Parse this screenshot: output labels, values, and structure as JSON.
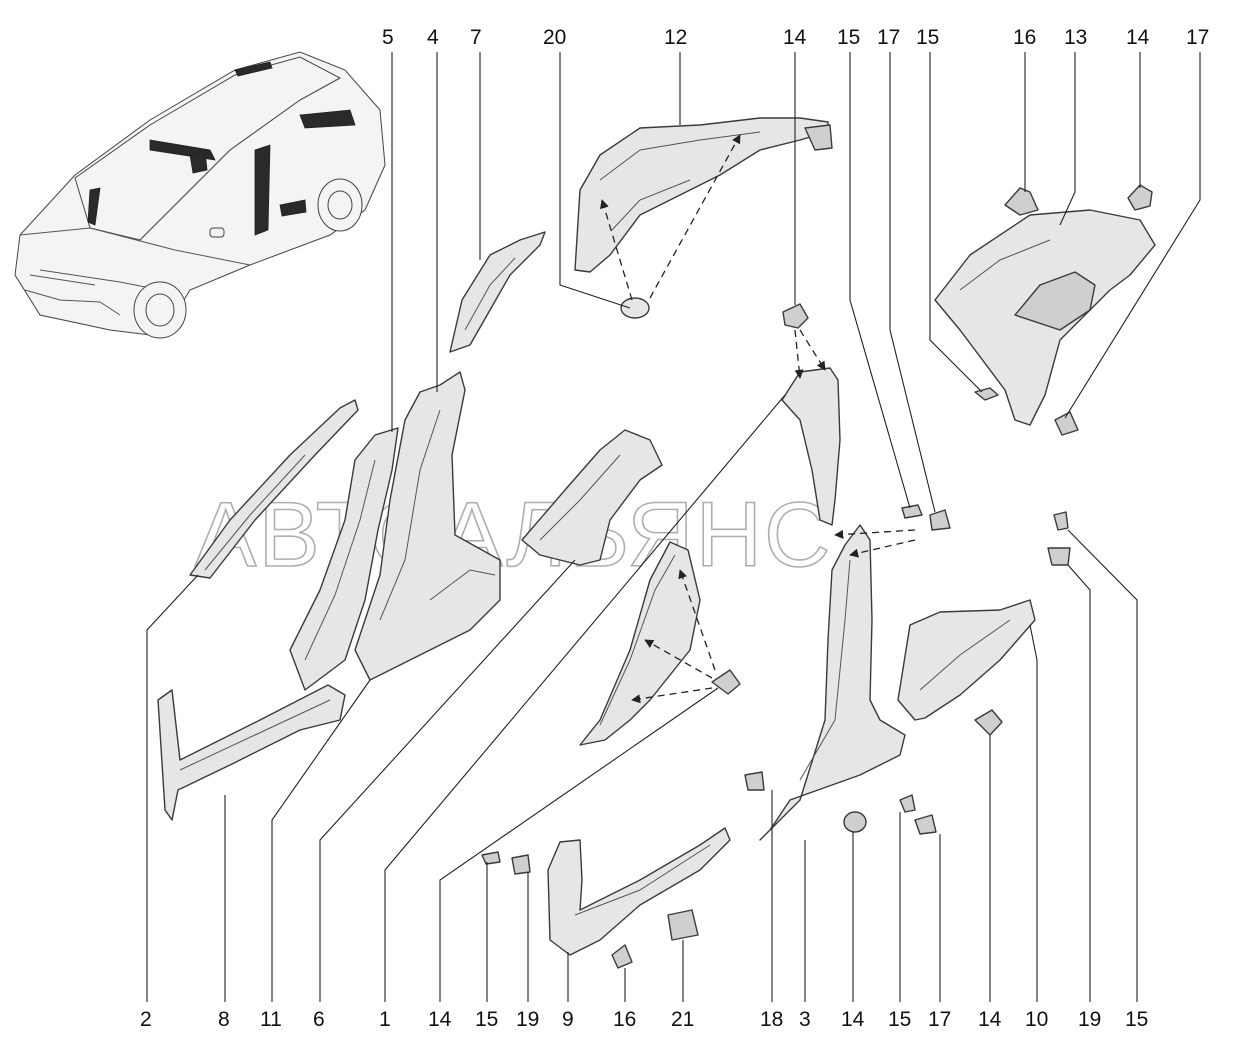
{
  "watermark": "АВТОАЛЬЯНС",
  "callouts_top": [
    "5",
    "4",
    "7",
    "20",
    "12",
    "14",
    "15",
    "17",
    "15",
    "16",
    "13",
    "14",
    "17"
  ],
  "callouts_bottom": [
    "2",
    "8",
    "11",
    "6",
    "1",
    "14",
    "15",
    "19",
    "9",
    "16",
    "21",
    "18",
    "3",
    "14",
    "15",
    "17",
    "14",
    "10",
    "19",
    "15"
  ],
  "arrow_glyph": "▲"
}
